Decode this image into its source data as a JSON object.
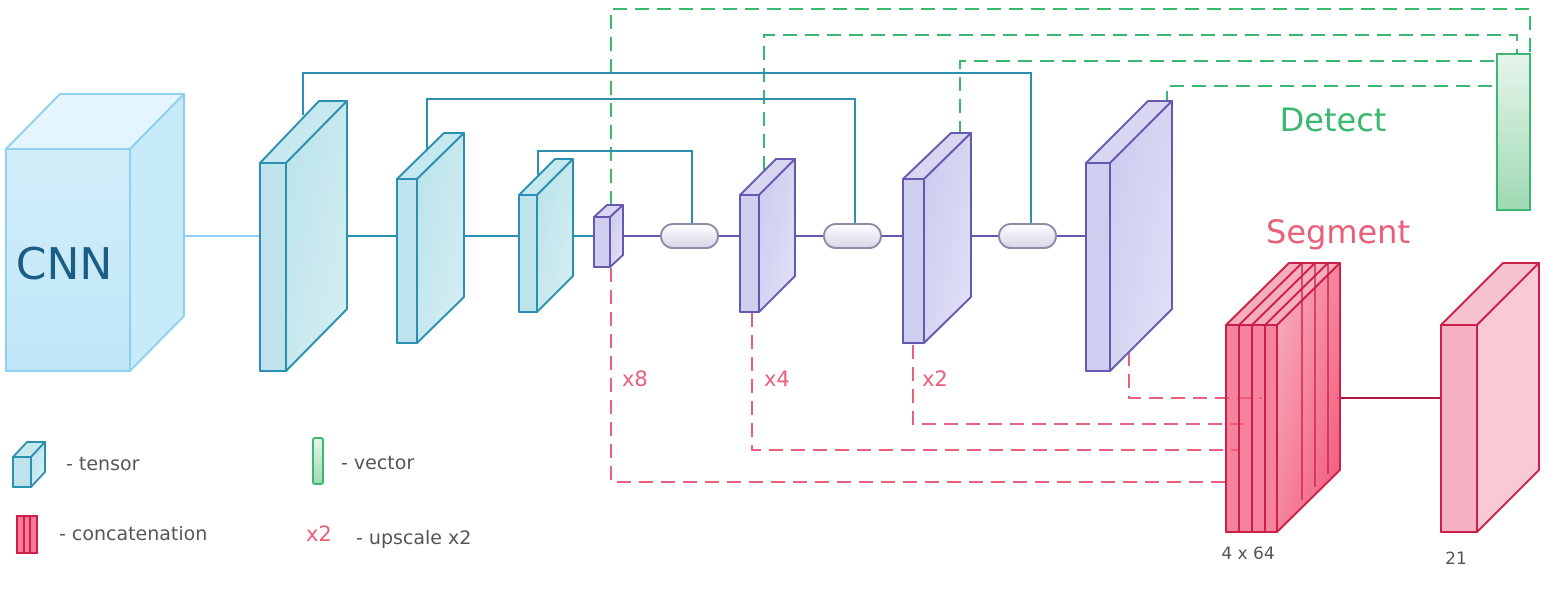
{
  "blocks": {
    "cnn_label": "CNN",
    "detect_label": "Detect",
    "segment_label": "Segment"
  },
  "upscale_labels": {
    "x8": "x8",
    "x4": "x4",
    "x2": "x2"
  },
  "dims": {
    "concat_dim": "4 x 64",
    "output_dim": "21"
  },
  "legend": {
    "tensor": "- tensor",
    "vector": "- vector",
    "concatenation": "- concatenation",
    "upscale_symbol": "x2",
    "upscale": "- upscale x2"
  },
  "colors": {
    "encoder": "#2a8fb0",
    "cnn": "#8fd0ee",
    "decoder": "#6657b0",
    "detect": "#3ab86f",
    "segment": "#e8607a",
    "concat": "#cc1f4a"
  }
}
